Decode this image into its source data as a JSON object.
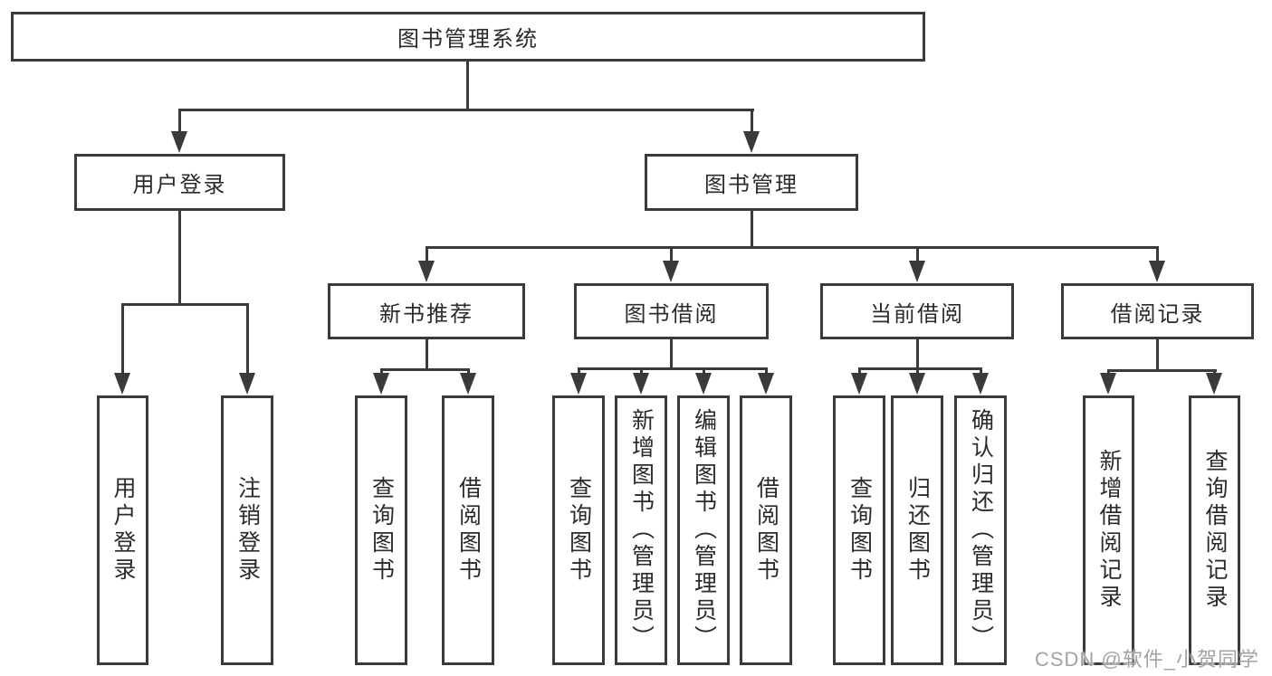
{
  "diagram": {
    "root": "图书管理系统",
    "user_login_branch": {
      "label": "用户登录",
      "children": [
        "用户登录",
        "注销登录"
      ]
    },
    "book_mgmt_branch": {
      "label": "图书管理",
      "groups": [
        {
          "label": "新书推荐",
          "children": [
            "查询图书",
            "借阅图书"
          ]
        },
        {
          "label": "图书借阅",
          "children": [
            "查询图书",
            "新增图书（管理员）",
            "编辑图书（管理员）",
            "借阅图书"
          ]
        },
        {
          "label": "当前借阅",
          "children": [
            "查询图书",
            "归还图书",
            "确认归还（管理员）"
          ]
        },
        {
          "label": "借阅记录",
          "children": [
            "新增借阅记录",
            "查询借阅记录"
          ]
        }
      ]
    }
  },
  "watermark": "CSDN @软件_小贺同学",
  "colors": {
    "line": "#3a3a3a",
    "box_border": "#3a3a3a",
    "text": "#2b2b2b",
    "watermark": "#a3a3a3",
    "background": "#ffffff"
  }
}
